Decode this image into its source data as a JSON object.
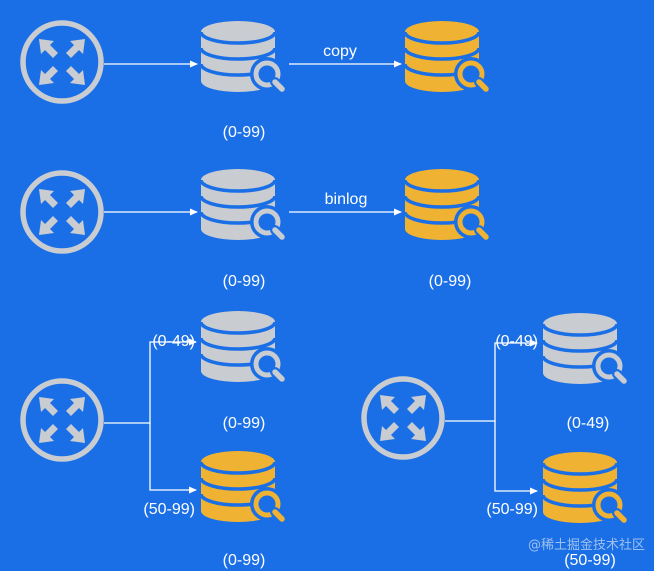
{
  "colors": {
    "background": "#1a6fe6",
    "router": "#c9ccd1",
    "db_gray": "#c9ccd1",
    "db_orange": "#f0b232",
    "line": "#ffffff"
  },
  "icons": {
    "router": "router-arrows-icon",
    "database": "database-search-icon"
  },
  "row1": {
    "edge_label": "copy",
    "source_range": "(0-99)"
  },
  "row2": {
    "edge_label": "binlog",
    "source_range": "(0-99)",
    "target_range": "(0-99)"
  },
  "row3_left": {
    "top_edge": "(0-49)",
    "top_range": "(0-99)",
    "bottom_edge": "(50-99)",
    "bottom_range": "(0-99)"
  },
  "row3_right": {
    "top_edge": "(0-49)",
    "top_range": "(0-49)",
    "bottom_edge": "(50-99)",
    "bottom_range": "(50-99)"
  },
  "watermark": "@稀土掘金技术社区"
}
